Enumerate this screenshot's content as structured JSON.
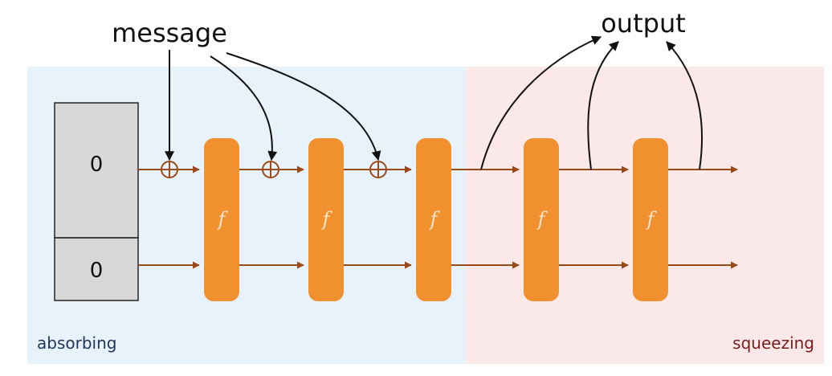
{
  "diagram": {
    "labels": {
      "message": "message",
      "output": "output",
      "absorbing": "absorbing",
      "squeezing": "squeezing"
    },
    "state_cells": [
      "0",
      "0"
    ],
    "function_label": "f",
    "permutation_count": 5,
    "xor_count": 3,
    "colors": {
      "absorbing_bg": "#e8f2fb",
      "squeezing_bg": "#fbe8e8",
      "box": "#f0902e",
      "wire": "#9a4a17",
      "state_fill": "#d8d8d8",
      "absorbing_text": "#1d3557",
      "squeezing_text": "#7a1c1c",
      "ink": "#111111"
    }
  }
}
